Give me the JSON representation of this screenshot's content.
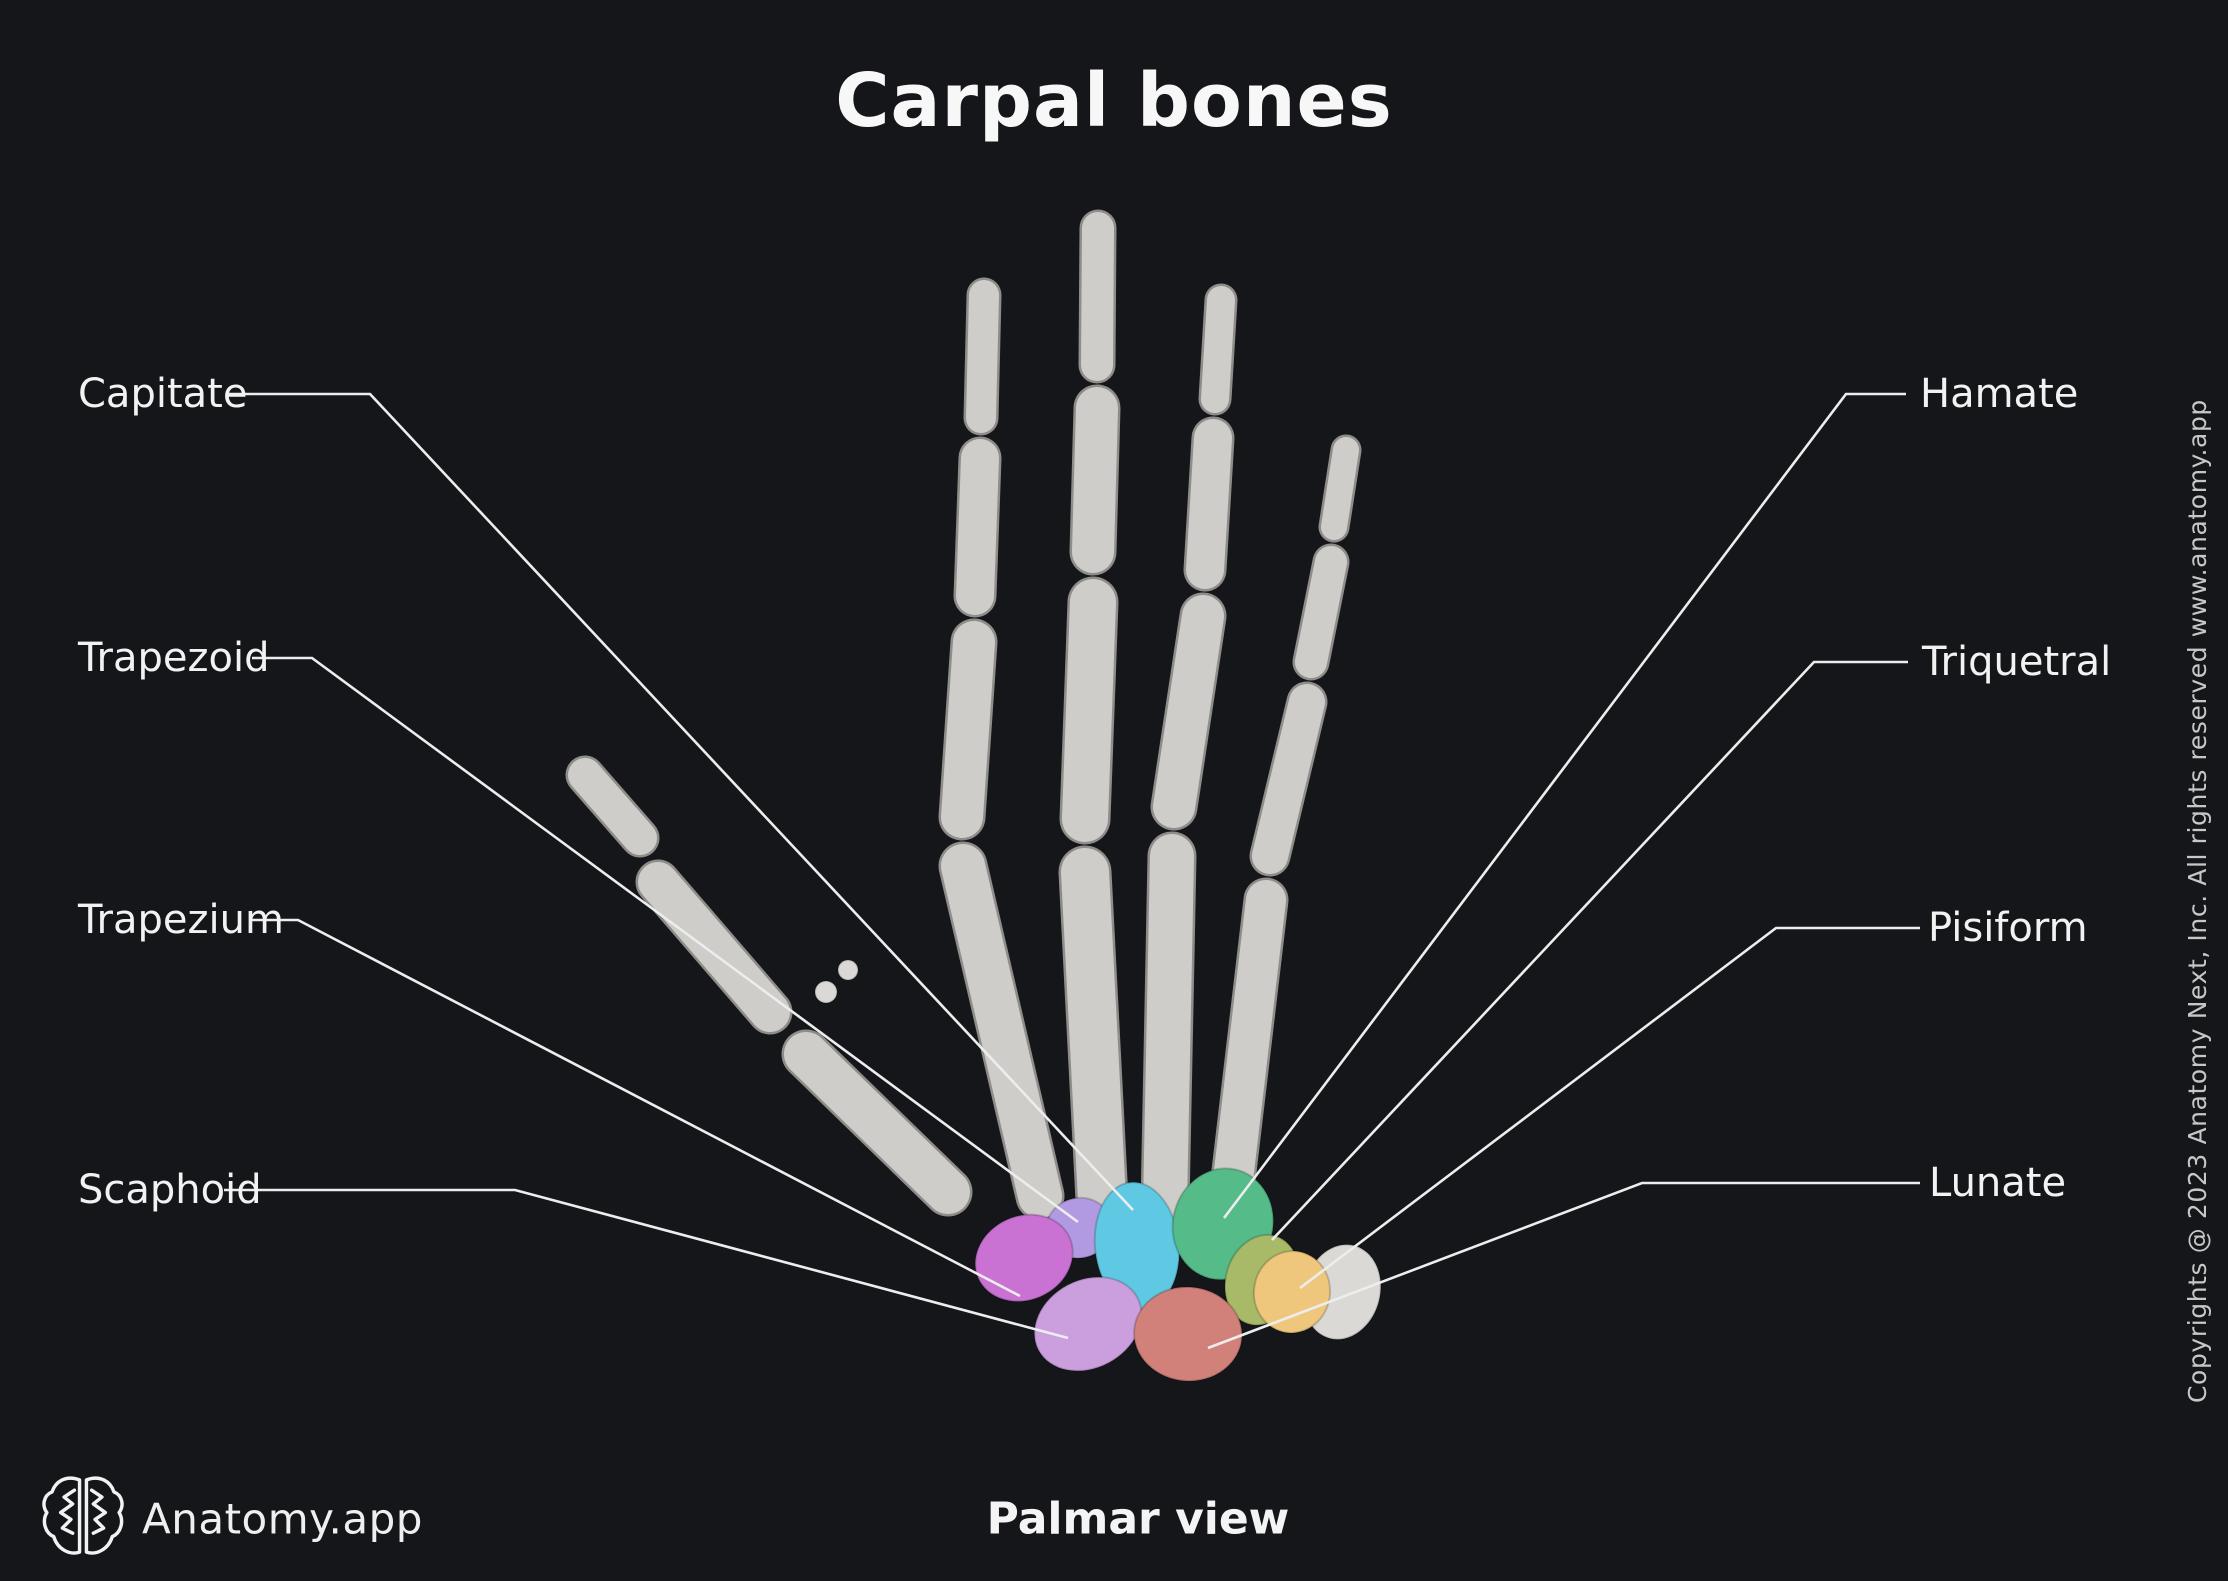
{
  "title": "Carpal bones",
  "footer": {
    "brand": "Anatomy.app",
    "view_label": "Palmar view"
  },
  "copyright_vertical": "Copyrights @ 2023 Anatomy Next, Inc. All rights reserved www.anatomy.app",
  "colors": {
    "background": "#14161a",
    "leader_line": "#ededed",
    "bone": "#cfcdc9",
    "bone_shadow": "#8f8d89",
    "knuckle": "#dbd9d5"
  },
  "bones": {
    "capitate": {
      "label": "Capitate",
      "color": "#5fc9e4"
    },
    "trapezoid": {
      "label": "Trapezoid",
      "color": "#b29ae2"
    },
    "trapezium": {
      "label": "Trapezium",
      "color": "#c972d3"
    },
    "scaphoid": {
      "label": "Scaphoid",
      "color": "#cb9fdd"
    },
    "hamate": {
      "label": "Hamate",
      "color": "#55bb88"
    },
    "triquetral": {
      "label": "Triquetral",
      "color": "#a8ba67"
    },
    "pisiform": {
      "label": "Pisiform",
      "color": "#eec77d"
    },
    "lunate": {
      "label": "Lunate",
      "color": "#d2807a"
    }
  }
}
